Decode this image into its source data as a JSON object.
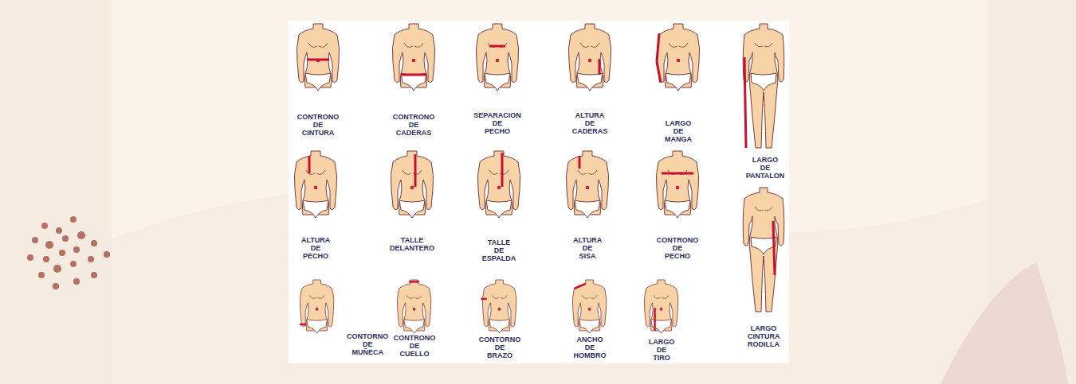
{
  "diagram": {
    "labels": [
      "CONTRONO DE CINTURA",
      "CONTRONO DE CADERAS",
      "SEPARACION DE PECHO",
      "ALTURA DE CADERAS",
      "LARGO DE MANGA",
      "LARGO DE PANTALON",
      "ALTURA DE PECHO",
      "TALLE DELANTERO",
      "TALLE DE ESPALDA",
      "ALTURA DE SISA",
      "CONTRONO DE PECHO",
      "LARGO CINTURA RODILLA",
      "CONTORNO DE MUÑECA",
      "CONTRONO DE CUELLO",
      "CONTORNO DE BRAZO",
      "ANCHO DE HOMBRO",
      "LARGO DE TIRO"
    ]
  }
}
